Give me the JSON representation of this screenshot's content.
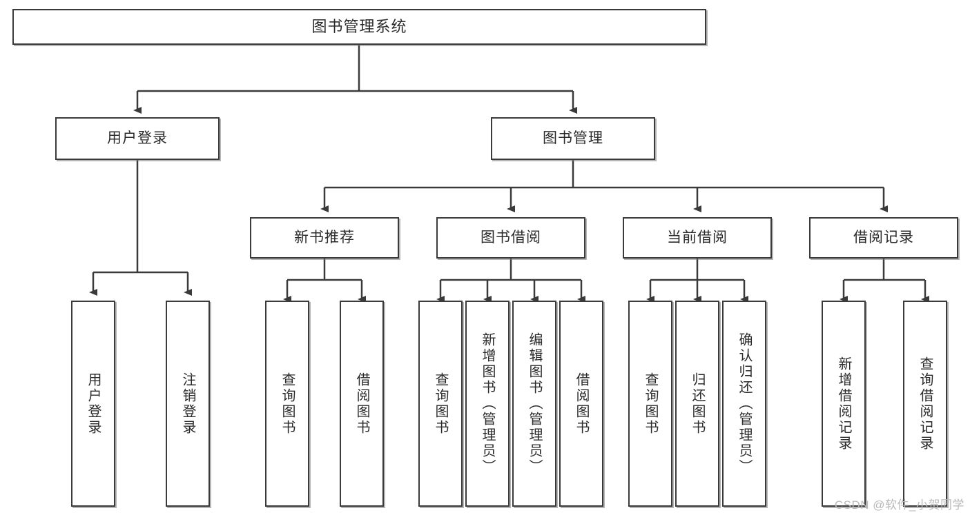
{
  "diagram": {
    "title": "图书管理系统",
    "type": "tree-hierarchy-chart",
    "root": {
      "label": "图书管理系统"
    },
    "level2": [
      {
        "label": "用户登录"
      },
      {
        "label": "图书管理"
      }
    ],
    "level3": [
      {
        "label": "新书推荐"
      },
      {
        "label": "图书借阅"
      },
      {
        "label": "当前借阅"
      },
      {
        "label": "借阅记录"
      }
    ],
    "leaves": {
      "user_login": [
        {
          "label": "用户登录"
        },
        {
          "label": "注销登录"
        }
      ],
      "new_book_recommend": [
        {
          "label": "查询图书"
        },
        {
          "label": "借阅图书"
        }
      ],
      "book_borrow": [
        {
          "label": "查询图书"
        },
        {
          "label": "新增图书（管理员）"
        },
        {
          "label": "编辑图书（管理员）"
        },
        {
          "label": "借阅图书"
        }
      ],
      "current_borrow": [
        {
          "label": "查询图书"
        },
        {
          "label": "归还图书"
        },
        {
          "label": "确认归还（管理员）"
        }
      ],
      "borrow_record": [
        {
          "label": "新增借阅记录"
        },
        {
          "label": "查询借阅记录"
        }
      ]
    }
  },
  "watermark": {
    "text": "CSDN @软件_小贺同学"
  },
  "colors": {
    "stroke": "#3a3a3a",
    "fill": "#ffffff",
    "text": "#2b2b2b",
    "watermark": "#b9b9b9"
  }
}
